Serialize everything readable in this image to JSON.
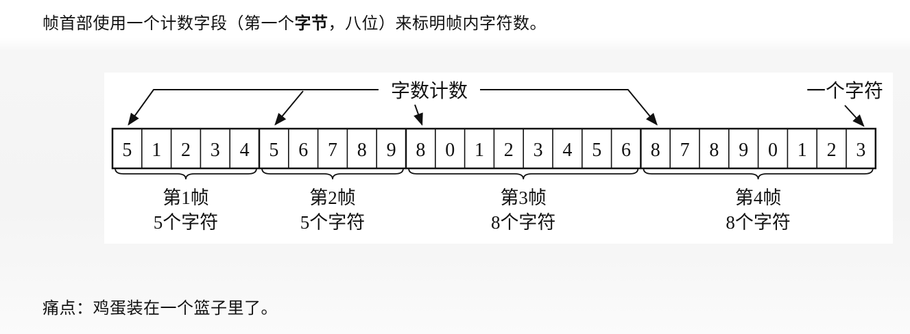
{
  "intro": {
    "before": "帧首部使用一个计数字段（第一个",
    "bold": "字节",
    "after": "，八位）来标明帧内字符数。"
  },
  "diagram": {
    "count_label": "字数计数",
    "char_label": "一个字符",
    "cells": [
      "5",
      "1",
      "2",
      "3",
      "4",
      "5",
      "6",
      "7",
      "8",
      "9",
      "8",
      "0",
      "1",
      "2",
      "3",
      "4",
      "5",
      "6",
      "8",
      "7",
      "8",
      "9",
      "0",
      "1",
      "2",
      "3"
    ],
    "frames": [
      {
        "title": "第1帧",
        "count": "5个字符",
        "length": 5
      },
      {
        "title": "第2帧",
        "count": "5个字符",
        "length": 5
      },
      {
        "title": "第3帧",
        "count": "8个字符",
        "length": 8
      },
      {
        "title": "第4帧",
        "count": "8个字符",
        "length": 8
      }
    ]
  },
  "pain_point": "痛点：鸡蛋装在一个篮子里了。"
}
